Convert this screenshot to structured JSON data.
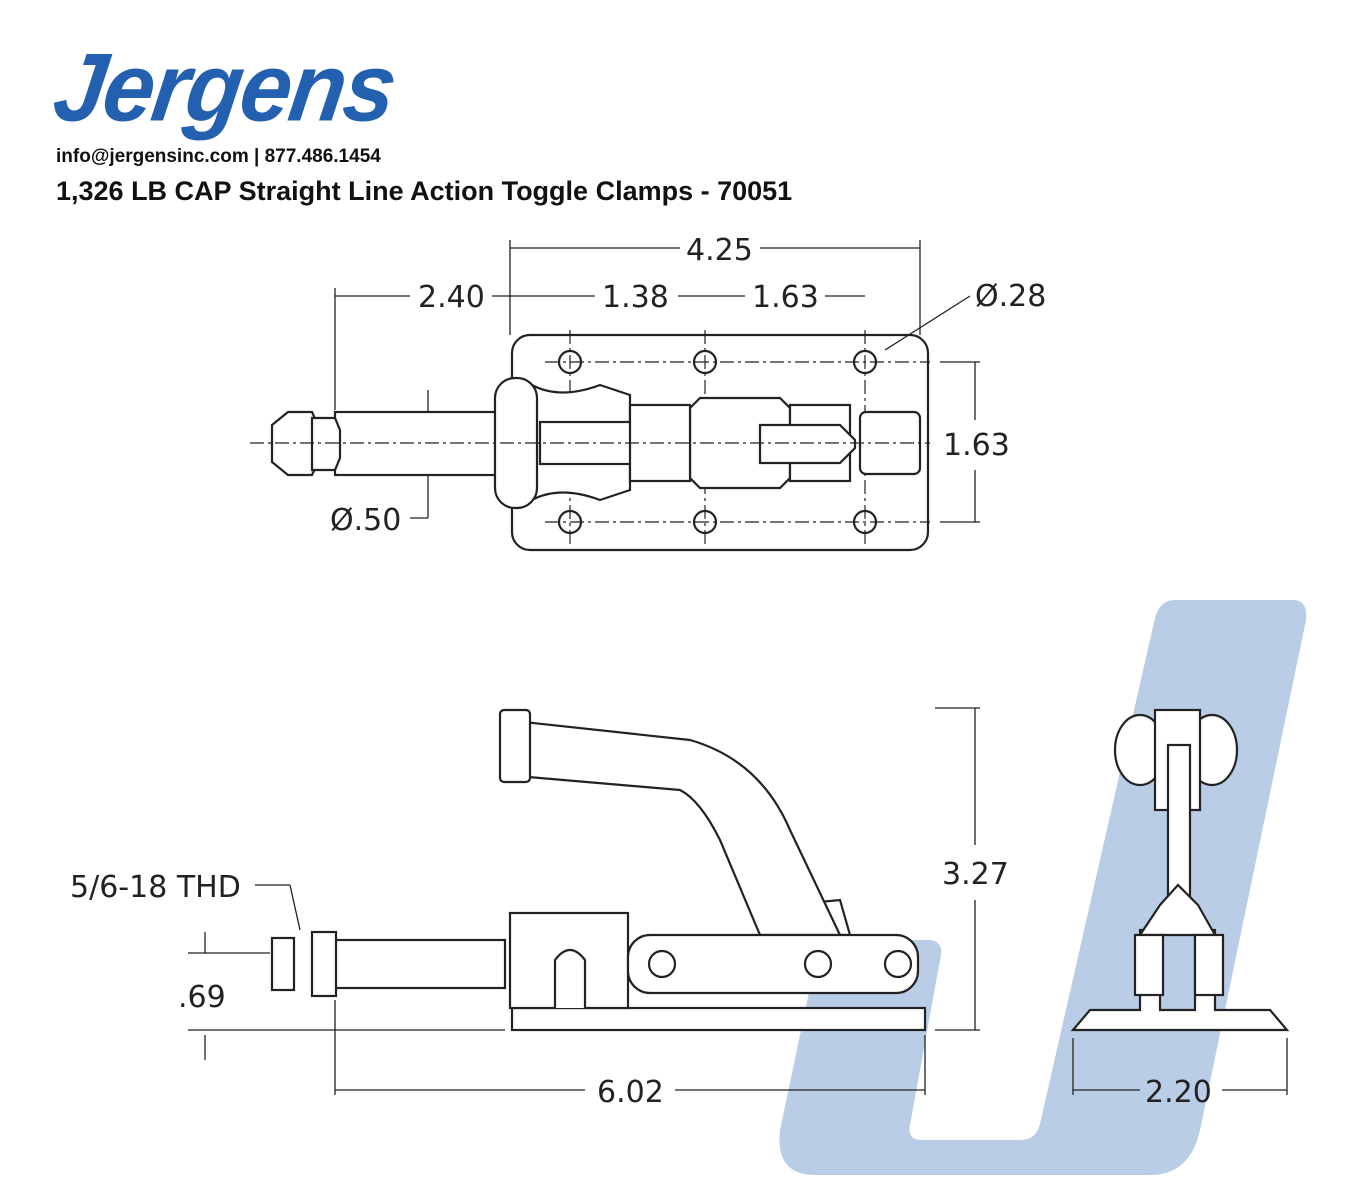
{
  "brand": {
    "logo_text": "Jergens",
    "color": "#2360b0",
    "watermark_color": "#b9cde6"
  },
  "header": {
    "contact": "info@jergensinc.com | 877.486.1454",
    "title": "1,326 LB CAP Straight Line Action Toggle Clamps - 70051"
  },
  "top_view": {
    "overall_length": "4.25",
    "spindle_offset": "2.40",
    "hole_spacing_1": "1.38",
    "hole_spacing_2": "1.63",
    "hole_diameter": "Ø.28",
    "hole_row_spacing": "1.63",
    "spindle_diameter": "Ø.50"
  },
  "side_view": {
    "thread": "5/6-18 THD",
    "spindle_height": ".69",
    "overall_height": "3.27",
    "overall_length_extended": "6.02"
  },
  "end_view": {
    "base_width": "2.20"
  }
}
